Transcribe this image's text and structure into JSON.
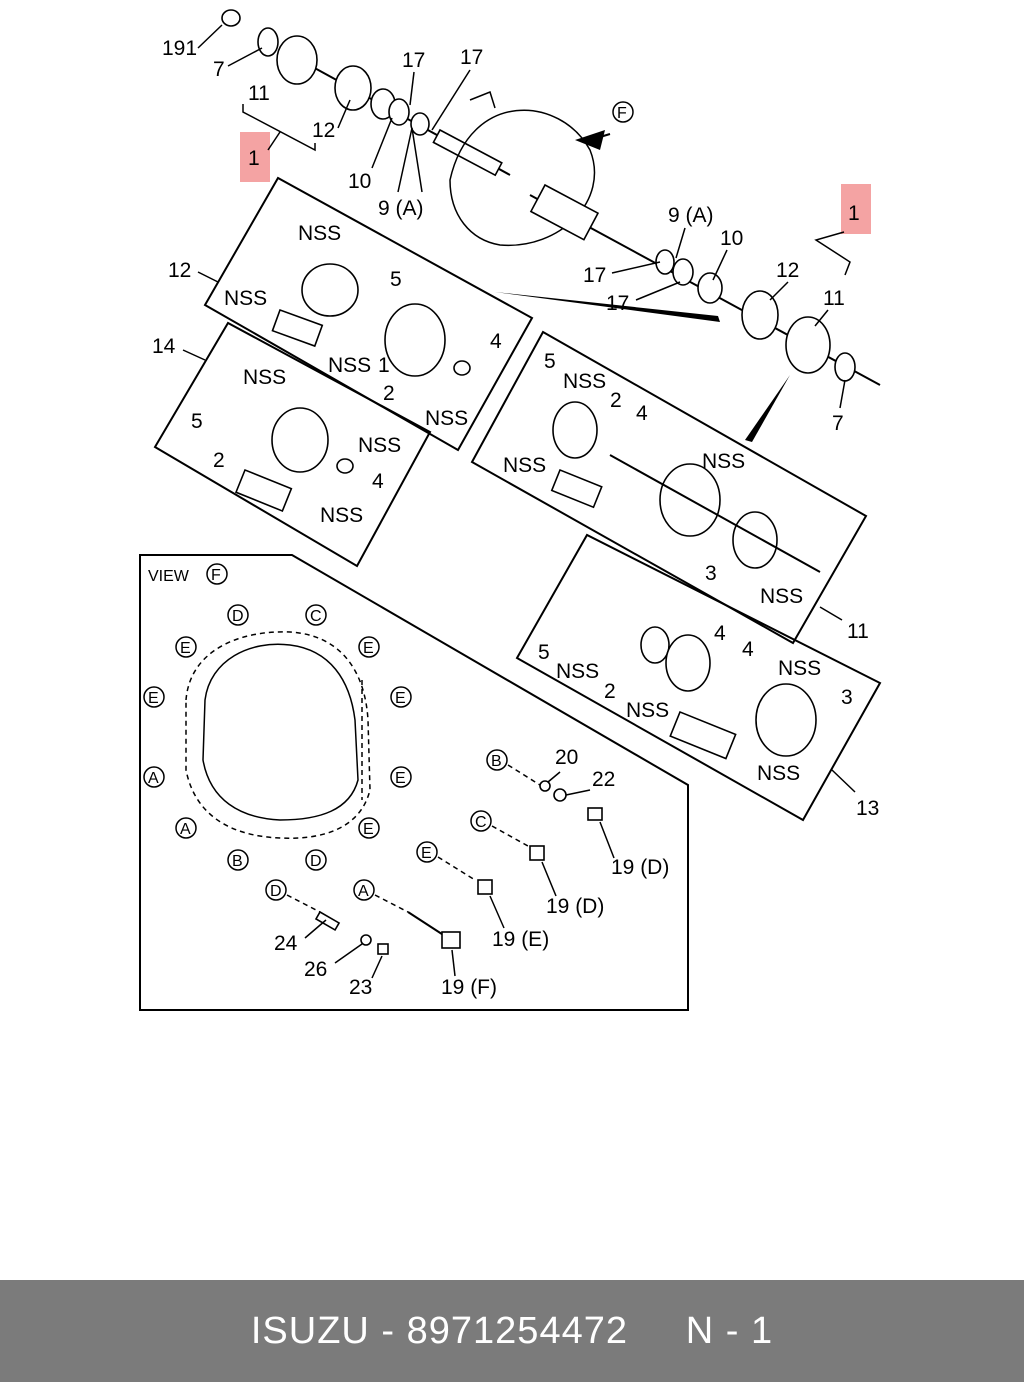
{
  "diagram": {
    "view_title": "VIEW",
    "view_circle_letter": "F",
    "callouts": {
      "c191": "191",
      "c7a": "7",
      "c11a": "11",
      "c12a": "12",
      "c1a": "1",
      "c10a": "10",
      "c9a": "9 (A)",
      "c17a": "17",
      "c17b": "17",
      "cF": "F",
      "c1b": "1",
      "c9b": "9 (A)",
      "c10b": "10",
      "c12b": "12",
      "c11b": "11",
      "c17c": "17",
      "c17d": "17",
      "c7b": "7",
      "box12_num": "12",
      "box12_nss1": "NSS",
      "box12_nss2": "NSS",
      "box12_nss3": "NSS",
      "box12_nss4": "NSS",
      "box12_5": "5",
      "box12_1": "1",
      "box12_2": "2",
      "box12_4": "4",
      "box14_num": "14",
      "box14_nss1": "NSS",
      "box14_nss2": "NSS",
      "box14_nss3": "NSS",
      "box14_5": "5",
      "box14_2": "2",
      "box14_4": "4",
      "box11_num": "11",
      "box11_nss1": "NSS",
      "box11_nss2": "NSS",
      "box11_nss3": "NSS",
      "box11_nss4": "NSS",
      "box11_5": "5",
      "box11_2": "2",
      "box11_4": "4",
      "box11_3": "3",
      "box13_num": "13",
      "box13_nss1": "NSS",
      "box13_nss2": "NSS",
      "box13_nss3": "NSS",
      "box13_nss4": "NSS",
      "box13_5": "5",
      "box13_2": "2",
      "box13_4a": "4",
      "box13_4b": "4",
      "box13_3": "3",
      "v20": "20",
      "v22": "22",
      "v19d1": "19 (D)",
      "v19d2": "19 (D)",
      "v19e": "19 (E)",
      "v24": "24",
      "v26": "26",
      "v23": "23",
      "v19f": "19 (F)"
    },
    "view_letters": {
      "tD1": "D",
      "tC1": "C",
      "tE1": "E",
      "tE2": "E",
      "tE3": "E",
      "tE4": "E",
      "tA1": "A",
      "tA2": "A",
      "tB1": "B",
      "tD2": "D",
      "tE5": "E",
      "tE6": "E",
      "bB": "B",
      "bC": "C",
      "bE": "E",
      "bD": "D",
      "bA": "A"
    }
  },
  "footer": {
    "brand": "ISUZU",
    "part_number": "8971254472",
    "page": "N - 1"
  }
}
